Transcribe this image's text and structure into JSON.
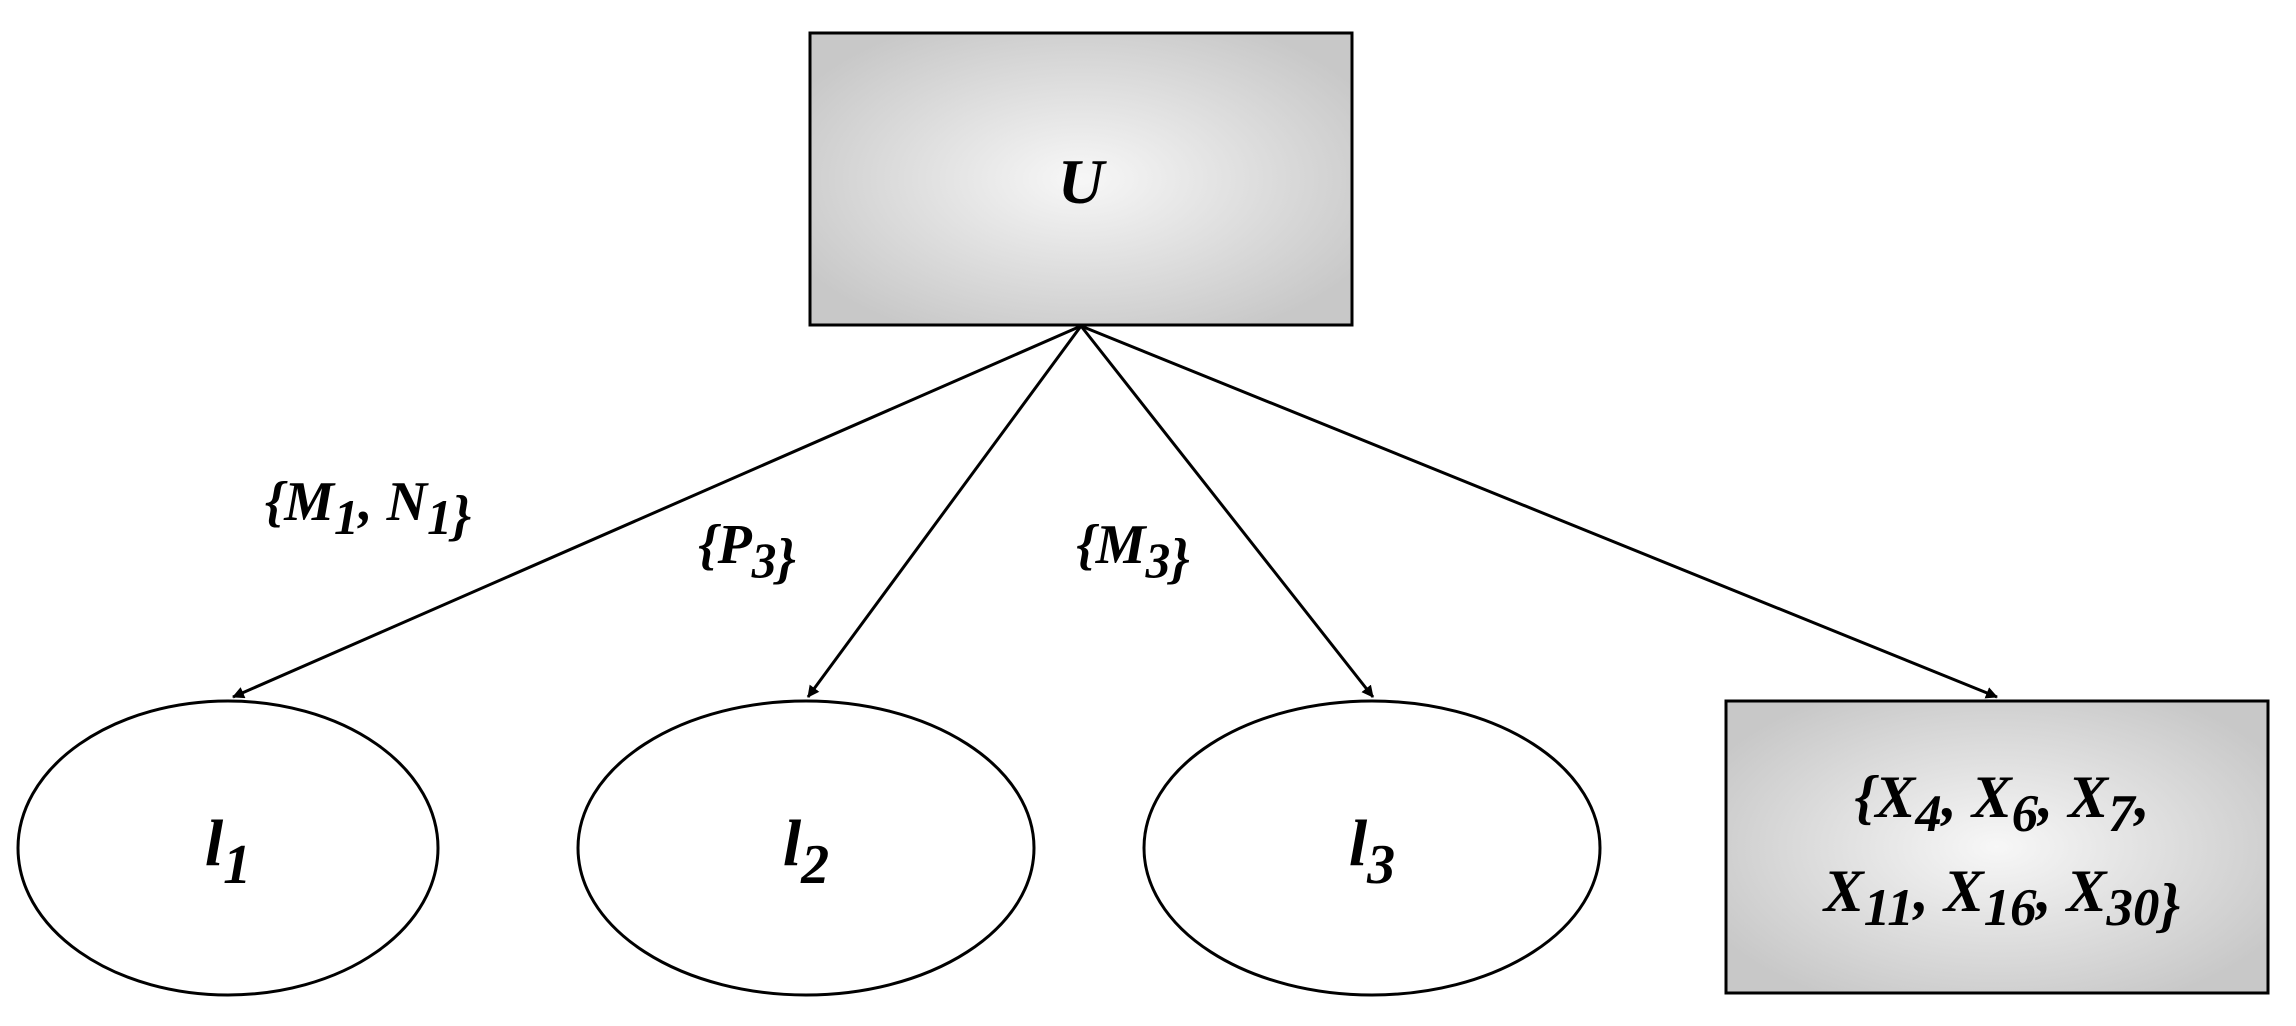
{
  "diagram": {
    "root": {
      "label": "U"
    },
    "leaves": [
      {
        "id": "l1",
        "base": "l",
        "sub": "1",
        "edge": {
          "prefix": "{",
          "parts": [
            {
              "base": "M",
              "sub": "1",
              "sep": ", "
            },
            {
              "base": "N",
              "sub": "1",
              "sep": ""
            }
          ],
          "suffix": "}"
        }
      },
      {
        "id": "l2",
        "base": "l",
        "sub": "2",
        "edge": {
          "prefix": "{",
          "parts": [
            {
              "base": "P",
              "sub": "3",
              "sep": ""
            }
          ],
          "suffix": "}"
        }
      },
      {
        "id": "l3",
        "base": "l",
        "sub": "3",
        "edge": {
          "prefix": "{",
          "parts": [
            {
              "base": "M",
              "sub": "3",
              "sep": ""
            }
          ],
          "suffix": "}"
        }
      }
    ],
    "residual": {
      "line1": {
        "prefix": "{",
        "parts": [
          {
            "base": "X",
            "sub": "4",
            "sep": ", "
          },
          {
            "base": "X",
            "sub": "6",
            "sep": ", "
          },
          {
            "base": "X",
            "sub": "7",
            "sep": ","
          }
        ],
        "suffix": ""
      },
      "line2": {
        "prefix": "",
        "parts": [
          {
            "base": "X",
            "sub": "11",
            "sep": ", "
          },
          {
            "base": "X",
            "sub": "16",
            "sep": ", "
          },
          {
            "base": "X",
            "sub": "30",
            "sep": ""
          }
        ],
        "suffix": "}"
      }
    },
    "colors": {
      "stroke": "#000000",
      "box_fill_center": "#f7f7f7",
      "box_fill_edge": "#c8c8c8",
      "ellipse_fill": "#ffffff"
    }
  }
}
